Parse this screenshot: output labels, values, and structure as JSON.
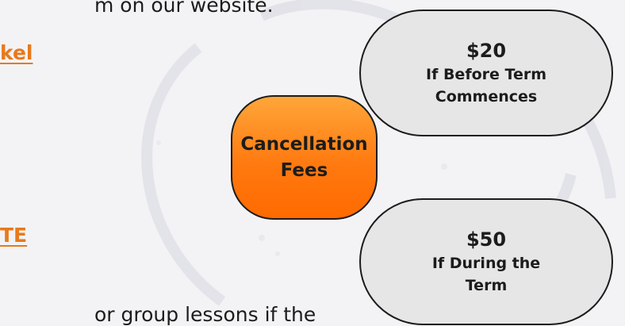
{
  "text_fragments": {
    "top_line": "m on our website.",
    "link_top": "kel",
    "link_bottom": "TE",
    "bottom_line": "or group lessons if the"
  },
  "diagram": {
    "center": {
      "line1": "Cancellation",
      "line2": "Fees"
    },
    "options": [
      {
        "amount": "$20",
        "condition": "If Before Term Commences"
      },
      {
        "amount": "$50",
        "condition": "If During the Term"
      }
    ]
  },
  "colors": {
    "accent_orange": "#ff7a10",
    "arrow_orange": "#f5921e",
    "pill_fill": "#e6e6e6",
    "outline": "#1c1c1c"
  }
}
